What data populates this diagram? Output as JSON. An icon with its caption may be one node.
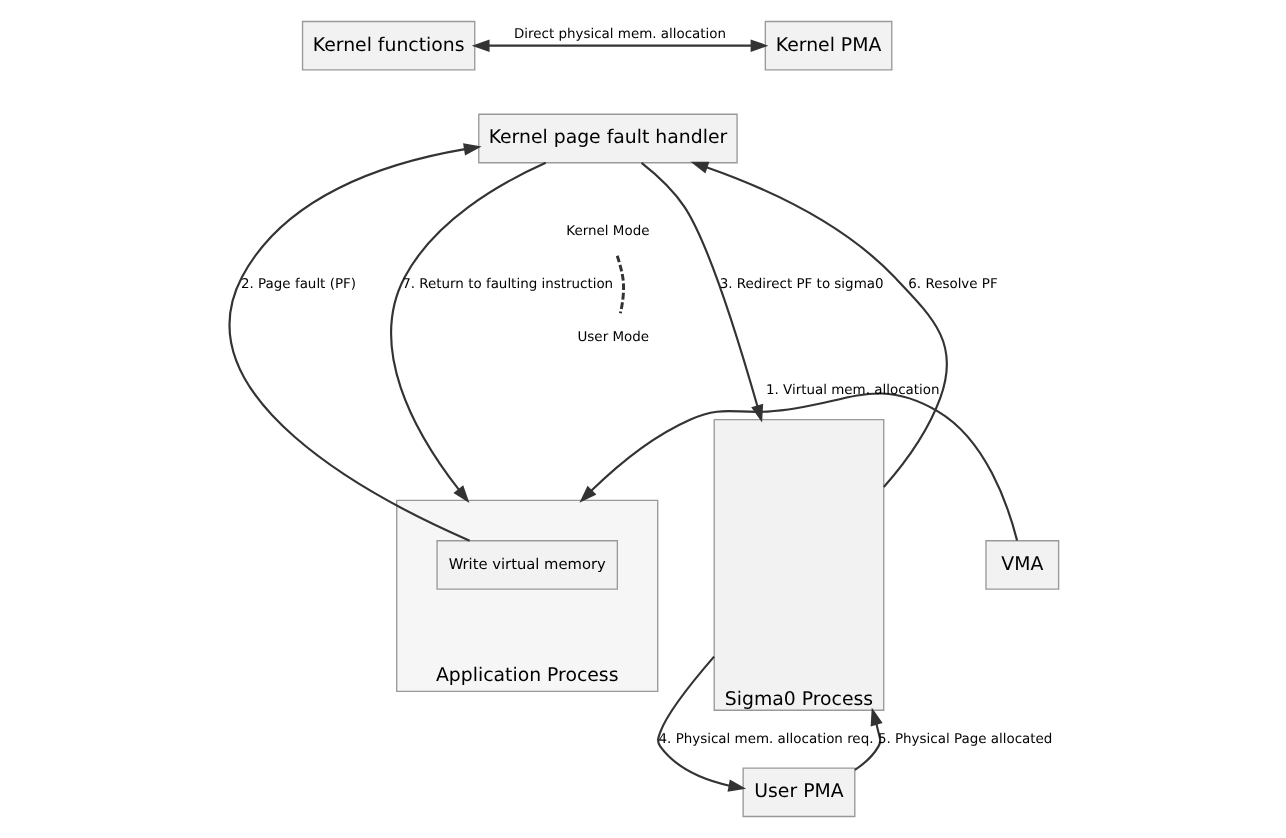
{
  "diagram": {
    "nodes": [
      {
        "text": [
          "Kernel functions"
        ]
      },
      {
        "text": [
          "Kernel PMA"
        ]
      },
      {
        "text": [
          "Kernel page fault handler"
        ]
      },
      {
        "text": [
          "VMA"
        ]
      },
      {
        "text": [
          "Application Process"
        ]
      },
      {
        "text": [
          "Write virtual memory"
        ],
        "in": 4
      },
      {
        "text": [
          "Sigma0 Process"
        ]
      },
      {
        "text": [
          "User PMA"
        ]
      }
    ],
    "edges": [
      {
        "from": 0,
        "to": 1,
        "arrow": "both",
        "label": "Direct physical mem. allocation"
      },
      {
        "from": 3,
        "to": 4,
        "arrow": "to",
        "label": "1. Virtual mem. allocation"
      },
      {
        "from": 5,
        "to": 2,
        "arrow": "to",
        "label": "2. Page fault (PF)"
      },
      {
        "from": 2,
        "to": 6,
        "arrow": "to",
        "label": "3. Redirect PF to sigma0"
      },
      {
        "from": 6,
        "to": 7,
        "arrow": "to",
        "label": "4. Physical mem. allocation req."
      },
      {
        "from": 7,
        "to": 6,
        "arrow": "to",
        "label": "5. Physical Page allocated"
      },
      {
        "from": 6,
        "to": 2,
        "arrow": "to",
        "label": "6. Resolve PF"
      },
      {
        "from": 2,
        "to": 4,
        "arrow": "to",
        "label": "7. Return to faulting instruction"
      }
    ],
    "labels": [
      "Kernel Mode",
      "User Mode"
    ]
  }
}
